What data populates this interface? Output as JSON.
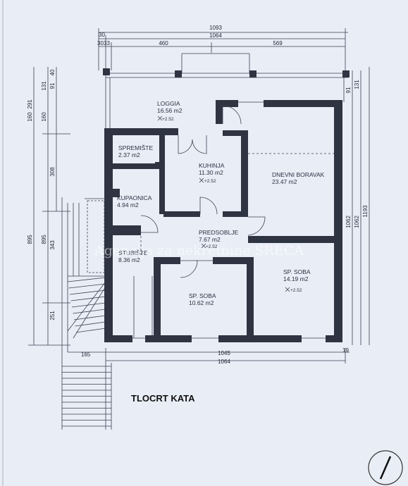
{
  "plan_title": "TLOCRT KATA",
  "watermark": "Agencija za nekretnine SRECA",
  "top_dimensions": {
    "total": "1093",
    "inner": "1064",
    "left_wall": "30",
    "seg_a": "30",
    "seg_b": "33",
    "seg_c": "460",
    "seg_d": "569"
  },
  "left_dimensions": {
    "d291": "291",
    "d131": "131",
    "d91": "91",
    "d40": "40",
    "d160a": "160",
    "d160b": "160",
    "d308": "308",
    "d895a": "895",
    "d895b": "895",
    "d343": "343",
    "d251": "251"
  },
  "right_dimensions": {
    "d91": "91",
    "d131": "131",
    "d1062a": "1062",
    "d1062b": "1062",
    "d1193": "1193"
  },
  "bottom_dimensions": {
    "d165": "165",
    "d1045": "1045",
    "d19": "19",
    "d1064": "1064"
  },
  "rooms": {
    "loggia": {
      "name": "LOGGIA",
      "area": "16.56 m2",
      "level": "+2.52"
    },
    "spremiste": {
      "name": "SPREMIŠTE",
      "area": "2.37 m2"
    },
    "kuhinja": {
      "name": "KUHINJA",
      "area": "11.30 m2",
      "level": "+2.52"
    },
    "dnevni": {
      "name": "DNEVNI BORAVAK",
      "area": "23.47 m2"
    },
    "kupaonica": {
      "name": "KUPAONICA",
      "area": "4.94 m2"
    },
    "predsoblje": {
      "name": "PREDSOBLJE",
      "area": "7.67 m2",
      "level": "+2.52"
    },
    "stubiste": {
      "name": "STUBIŠTE",
      "area": "8.36 m2"
    },
    "spsoba1": {
      "name": "SP. SOBA",
      "area": "10.62 m2"
    },
    "spsoba2": {
      "name": "SP. SOBA",
      "area": "14.19 m2",
      "level": "+2.52"
    }
  }
}
